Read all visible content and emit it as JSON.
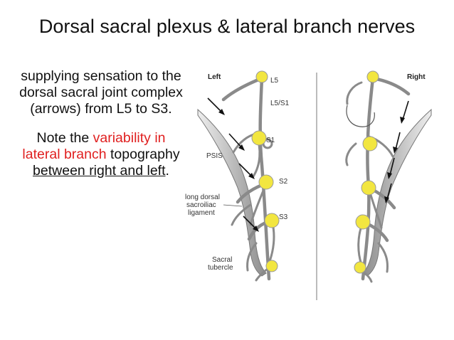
{
  "slide": {
    "title": "Dorsal sacral plexus & lateral branch nerves",
    "para1": "supplying sensation to the dorsal sacral joint complex (arrows) from L5 to S3.",
    "para2": {
      "prefix": "Note the ",
      "highlight": "variability in lateral branch",
      "middle": " topography ",
      "underlined": "between right and left",
      "suffix": "."
    },
    "accent_color": "#e02020"
  },
  "figure": {
    "side_left": "Left",
    "side_right": "Right",
    "levels": {
      "l5": "L5",
      "l5s1": "L5/S1",
      "s1": "S1",
      "s2": "S2",
      "s3": "S3"
    },
    "psis": "PSIS",
    "ligament_line1": "long dorsal",
    "ligament_line2": "sacroiliac",
    "ligament_line3": "ligament",
    "tubercle_line1": "Sacral",
    "tubercle_line2": "tubercle",
    "foramen_color": "#f2e640"
  }
}
